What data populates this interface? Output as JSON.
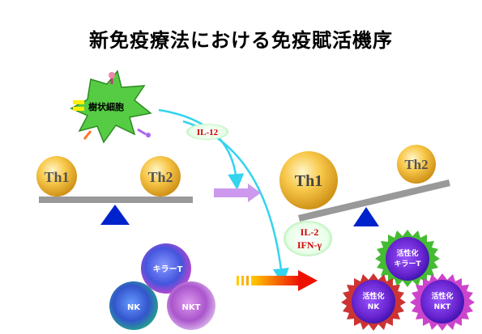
{
  "title": "新免疫療法における免疫賦活機序",
  "dendritic_cell": {
    "label": "樹状細胞"
  },
  "cytokines": {
    "il12": "IL-12",
    "il2": "IL-2",
    "ifn": "IFN-γ"
  },
  "balance_left": {
    "th1": "Th1",
    "th2": "Th2"
  },
  "balance_right": {
    "th1": "Th1",
    "th2": "Th2"
  },
  "cells_before": {
    "killer_t": "キラーT",
    "nk": "NK",
    "nkt": "NKT"
  },
  "cells_after": {
    "killer_t": [
      "活性化",
      "キラーT"
    ],
    "nk": [
      "活性化",
      "NK"
    ],
    "nkt": [
      "活性化",
      "NKT"
    ]
  },
  "colors": {
    "arrow_cyan": "#33d4ee",
    "arrow_lavender": "#cc99ee",
    "balance_gray": "#999999",
    "triangle_blue": "#0022cc",
    "sphere_gold": "#f2bb2c",
    "cytokine_text": "#cc0000",
    "cell_green": "#55cc33"
  }
}
